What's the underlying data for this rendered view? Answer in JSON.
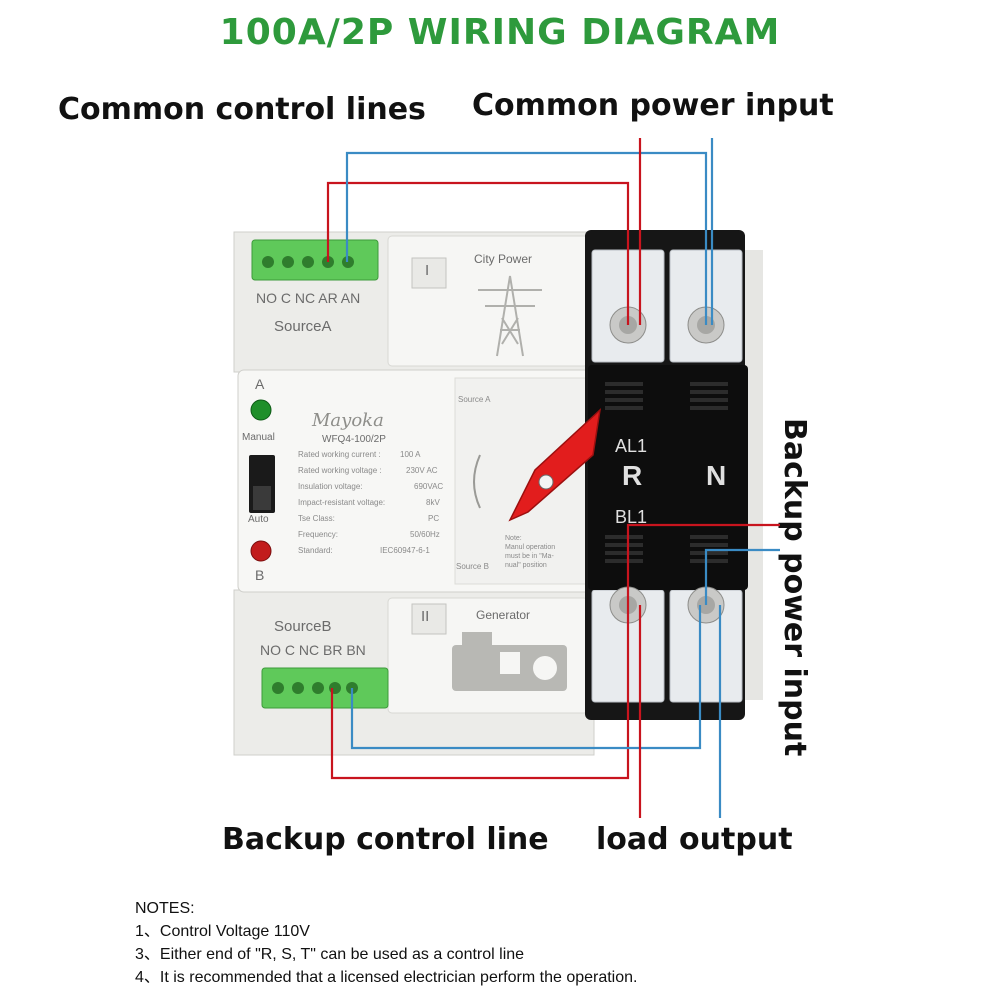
{
  "title": "100A/2P WIRING DIAGRAM",
  "callouts": {
    "common_control": "Common control lines",
    "common_power": "Common power input",
    "backup_power": "Backup power input",
    "backup_control": "Backup control line",
    "load_output": "load output"
  },
  "device": {
    "top_terminal_labels": "NO C NC AR AN",
    "source_a": "SourceA",
    "bottom_terminal_labels": "NO C NC BR BN",
    "source_b": "SourceB",
    "roman_one": "I",
    "roman_two": "II",
    "city_power": "City Power",
    "generator": "Generator",
    "indicator_a": "A",
    "indicator_b": "B",
    "manual": "Manual",
    "auto": "Auto",
    "brand": "Mayoka",
    "model": "WFQ4-100/2P",
    "source_a_small": "Source A",
    "source_b_small": "Source B",
    "spec_keys": [
      "Rated working current :",
      "Rated working voltage :",
      "Insulation voltage:",
      "Impact-resistant voltage:",
      "Tse Class:",
      "Frequency:",
      "Standard:"
    ],
    "spec_values": [
      "100 A",
      "230V AC",
      "690VAC",
      "8kV",
      "PC",
      "50/60Hz",
      "IEC60947-6-1"
    ],
    "note_text": [
      "Note:",
      "Manul operation",
      "must be in \"Ma-",
      "nual\" position"
    ],
    "al1": "AL1",
    "r": "R",
    "n": "N",
    "bl1": "BL1"
  },
  "notes": {
    "heading": "NOTES:",
    "items": [
      "1、Control Voltage 110V",
      "3、Either end of \"R, S, T\" can be used as a control line",
      "4、It is recommended that a licensed electrician perform the operation."
    ]
  },
  "colors": {
    "title_green": "#2e9a3c",
    "red_wire": "#c8141e",
    "blue_wire": "#3a8bc4",
    "terminal_green": "#5fc95a",
    "handle_red": "#e21d1d",
    "body_white": "#f2f2f0"
  }
}
